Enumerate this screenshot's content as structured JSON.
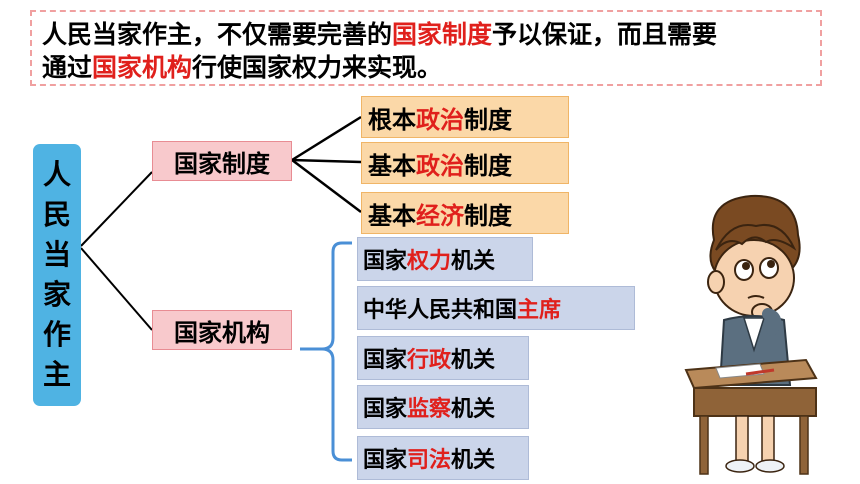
{
  "intro": {
    "line1_a": "人民当家作主，不仅需要完善的",
    "line1_hl": "国家制度",
    "line1_b": "予以保证，而且需要",
    "line2_a": "通过",
    "line2_hl": "国家机构",
    "line2_b": "行使国家权力来实现。"
  },
  "root": {
    "chars": [
      "人",
      "民",
      "当",
      "家",
      "作",
      "主"
    ]
  },
  "branches": {
    "system": {
      "label": "国家制度"
    },
    "organs": {
      "label": "国家机构"
    }
  },
  "systems": [
    {
      "pre": "根本",
      "hl": "政治",
      "post": "制度"
    },
    {
      "pre": "基本",
      "hl": "政治",
      "post": "制度"
    },
    {
      "pre": "基本",
      "hl": "经济",
      "post": "制度"
    }
  ],
  "organs": [
    {
      "pre": "国家",
      "hl": "权力",
      "post": "机关"
    },
    {
      "pre": "中华人民共和国",
      "hl": "主席",
      "post": ""
    },
    {
      "pre": "国家",
      "hl": "行政",
      "post": "机关"
    },
    {
      "pre": "国家",
      "hl": "监察",
      "post": "机关"
    },
    {
      "pre": "国家",
      "hl": "司法",
      "post": "机关"
    }
  ],
  "colors": {
    "highlight": "#e0201c",
    "root_fill": "#4fb3e3",
    "branch_fill": "#f8c9cc",
    "system_fill": "#fbd8a8",
    "organ_fill": "#cbd5ea",
    "bracket": "#4a8fd6"
  },
  "illustration": {
    "icon": "thinking-boy-at-desk-icon"
  }
}
